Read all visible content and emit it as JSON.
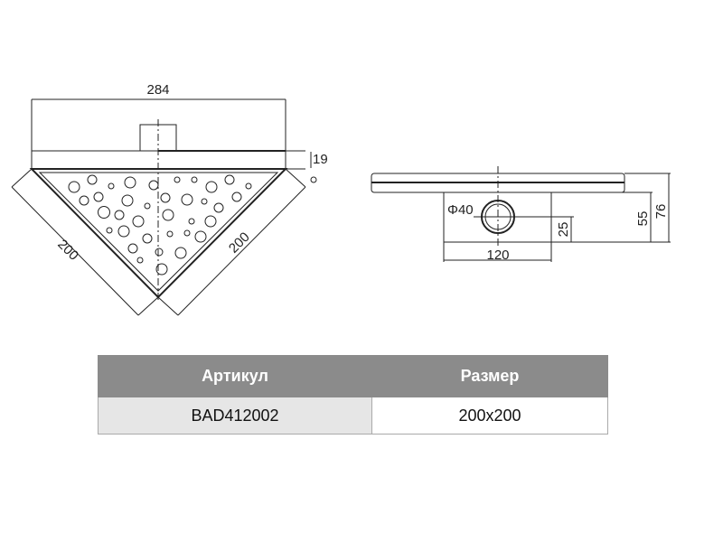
{
  "drawing": {
    "top_view": {
      "width_dim": "284",
      "height_dim": "19",
      "side_dim_left": "200",
      "side_dim_right": "200"
    },
    "side_view": {
      "pipe_dim": "Φ40",
      "body_width_dim": "120",
      "pipe_height_dim": "25",
      "body_height_dim": "55",
      "total_height_dim": "76"
    }
  },
  "table": {
    "headers": [
      "Артикул",
      "Размер"
    ],
    "rows": [
      [
        "BAD412002",
        "200x200"
      ]
    ]
  }
}
